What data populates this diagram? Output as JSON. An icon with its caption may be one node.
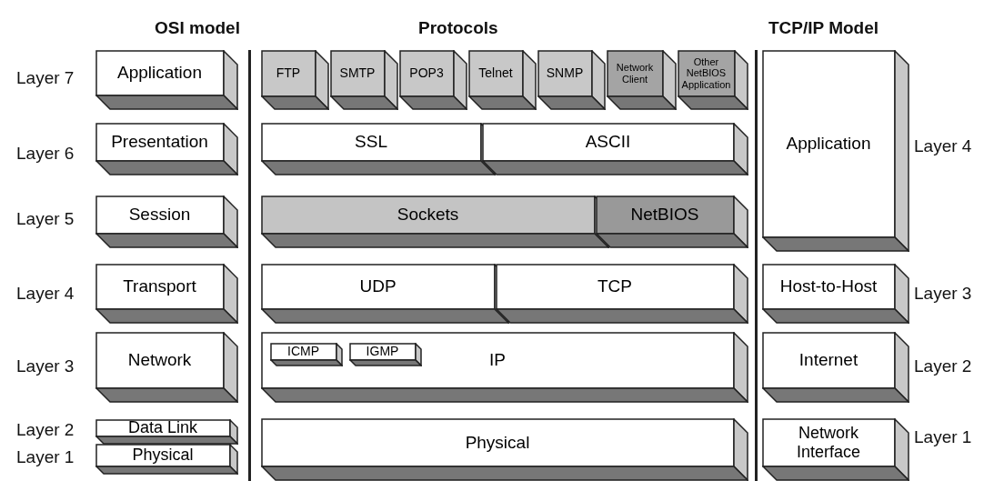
{
  "diagram": {
    "nodes": [
      {
        "text": [
          "Application"
        ]
      },
      {
        "text": [
          "FTP"
        ]
      },
      {
        "text": [
          "SMTP"
        ]
      },
      {
        "text": [
          "POP3"
        ]
      },
      {
        "text": [
          "Telnet"
        ]
      },
      {
        "text": [
          "SNMP"
        ]
      },
      {
        "text": [
          "Network Client"
        ]
      },
      {
        "text": [
          "Other NetBIOS Application"
        ]
      },
      {
        "text": [
          "Application"
        ]
      },
      {
        "text": [
          "Presentation"
        ]
      },
      {
        "text": [
          "SSL"
        ]
      },
      {
        "text": [
          "ASCII"
        ]
      },
      {
        "text": [
          "Session"
        ]
      },
      {
        "text": [
          "Sockets"
        ]
      },
      {
        "text": [
          "NetBIOS"
        ]
      },
      {
        "text": [
          "Transport"
        ]
      },
      {
        "text": [
          "UDP"
        ]
      },
      {
        "text": [
          "TCP"
        ]
      },
      {
        "text": [
          "Host-to-Host"
        ]
      },
      {
        "text": [
          "Network"
        ]
      },
      {
        "text": [
          "IP"
        ]
      },
      {
        "text": [
          "ICMP"
        ],
        "in": 20
      },
      {
        "text": [
          "IGMP"
        ],
        "in": 20
      },
      {
        "text": [
          "Internet"
        ]
      },
      {
        "text": [
          "Data Link"
        ]
      },
      {
        "text": [
          "Physical"
        ]
      },
      {
        "text": [
          "Physical"
        ]
      },
      {
        "text": [
          "Network Interface"
        ]
      }
    ],
    "labels": [
      "OSI model",
      "Protocols",
      "TCP/IP Model",
      "Layer 7",
      "Layer 6",
      "Layer 4",
      "Layer 5",
      "Layer 4",
      "Layer 3",
      "Layer 3",
      "Layer 2",
      "Layer 2",
      "Layer 1",
      "Layer 1"
    ]
  }
}
